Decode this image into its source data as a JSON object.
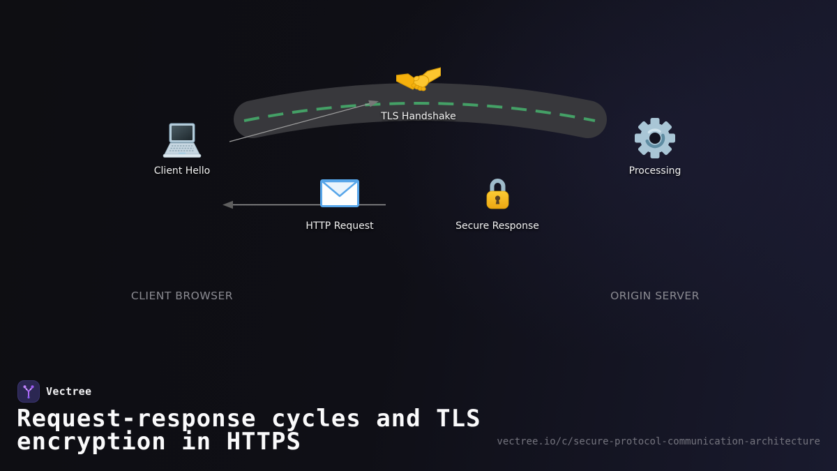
{
  "colors": {
    "accent_purple": "#a855f7",
    "dash_green": "#44a066",
    "band_gray": "#38383c",
    "node_label_white": "#f2f2f2",
    "lane_label_gray": "#8b8b92",
    "url_gray": "#74747e"
  },
  "diagram": {
    "nodes": [
      {
        "label": "Client Hello",
        "icon": "laptop-icon"
      },
      {
        "label": "TLS Handshake",
        "icon": "handshake-icon"
      },
      {
        "label": "Processing",
        "icon": "gear-icon"
      },
      {
        "label": "HTTP Request",
        "icon": "envelope-icon"
      },
      {
        "label": "Secure Response",
        "icon": "lock-icon"
      }
    ],
    "lanes": [
      {
        "label": "CLIENT BROWSER"
      },
      {
        "label": "ORIGIN SERVER"
      }
    ]
  },
  "footer": {
    "brand": "Vectree",
    "title_lines": [
      "Request-response cycles and TLS",
      "encryption in HTTPS"
    ],
    "url": "vectree.io/c/secure-protocol-communication-architecture"
  }
}
